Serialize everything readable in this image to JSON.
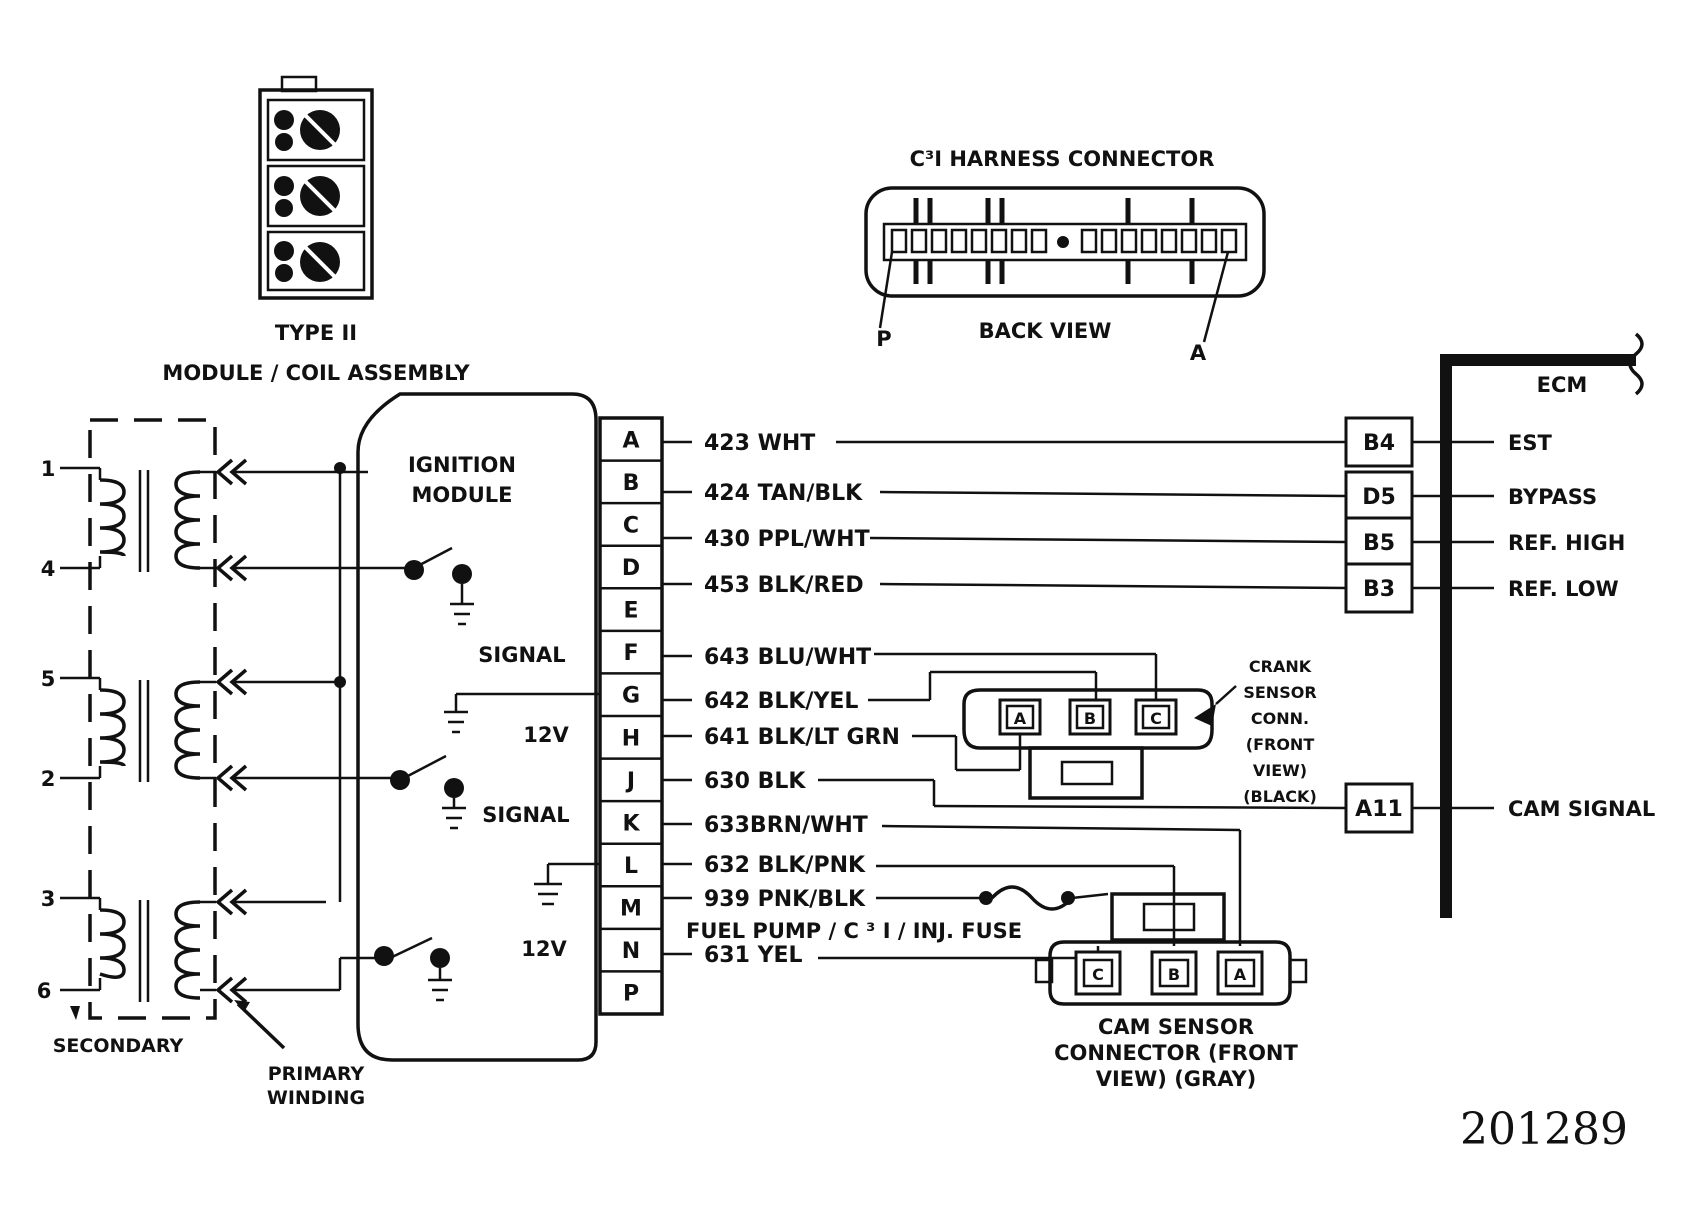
{
  "module_coil": {
    "title_line1": "TYPE II",
    "title_line2": "MODULE / COIL ASSEMBLY",
    "terminals": [
      "1",
      "4",
      "5",
      "2",
      "3",
      "6"
    ],
    "secondary_label": "SECONDARY",
    "primary_label_line1": "PRIMARY",
    "primary_label_line2": "WINDING"
  },
  "ignition_module": {
    "title_line1": "IGNITION",
    "title_line2": "MODULE",
    "signal_upper": "SIGNAL",
    "volts_upper": "12V",
    "signal_lower": "SIGNAL",
    "volts_lower": "12V"
  },
  "harness_connector": {
    "title": "C³I HARNESS CONNECTOR",
    "view_label": "BACK VIEW",
    "pin_left": "P",
    "pin_right": "A"
  },
  "pins": [
    "A",
    "B",
    "C",
    "D",
    "E",
    "F",
    "G",
    "H",
    "J",
    "K",
    "L",
    "M",
    "N",
    "P"
  ],
  "wires": {
    "A": "423 WHT",
    "B": "424 TAN/BLK",
    "C": "430 PPL/WHT",
    "D": "453 BLK/RED",
    "F": "643 BLU/WHT",
    "G": "642 BLK/YEL",
    "H": "641 BLK/LT GRN",
    "J": "630 BLK",
    "K": "633BRN/WHT",
    "L": "632 BLK/PNK",
    "M": "939 PNK/BLK",
    "N": "631 YEL"
  },
  "fuse_label": "FUEL PUMP / C ³ I / INJ. FUSE",
  "ecm": {
    "title": "ECM",
    "terminals": [
      {
        "pin": "B4",
        "signal": "EST"
      },
      {
        "pin": "D5",
        "signal": "BYPASS"
      },
      {
        "pin": "B5",
        "signal": "REF. HIGH"
      },
      {
        "pin": "B3",
        "signal": "REF. LOW"
      },
      {
        "pin": "A11",
        "signal": "CAM SIGNAL"
      }
    ]
  },
  "crank_sensor": {
    "label_lines": [
      "CRANK",
      "SENSOR",
      "CONN.",
      "(FRONT",
      "VIEW)",
      "(BLACK)"
    ],
    "cavities": [
      "A",
      "B",
      "C"
    ]
  },
  "cam_sensor": {
    "label_lines": [
      "CAM SENSOR",
      "CONNECTOR (FRONT",
      "VIEW) (GRAY)"
    ],
    "cavities": [
      "C",
      "B",
      "A"
    ]
  },
  "figure_number": "201289",
  "colors": {
    "ink": "#111111",
    "paper": "#ffffff"
  }
}
